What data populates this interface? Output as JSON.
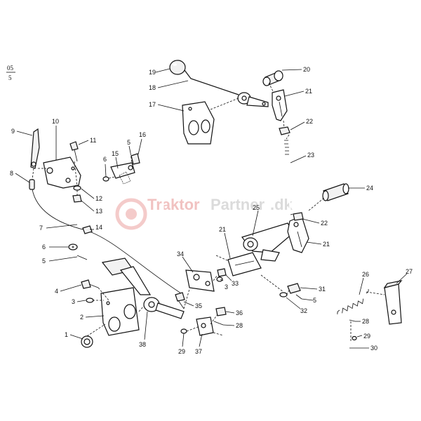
{
  "page_ref": {
    "top": "05",
    "bottom": "5"
  },
  "watermark": {
    "part1": "Traktor",
    "part2": "Partner",
    "suffix": ".dk"
  },
  "callouts": [
    {
      "id": "c20",
      "label": "20"
    },
    {
      "id": "c19",
      "label": "19"
    },
    {
      "id": "c18",
      "label": "18"
    },
    {
      "id": "c21a",
      "label": "21"
    },
    {
      "id": "c17",
      "label": "17"
    },
    {
      "id": "c22a",
      "label": "22"
    },
    {
      "id": "c9",
      "label": "9"
    },
    {
      "id": "c10",
      "label": "10"
    },
    {
      "id": "c11",
      "label": "11"
    },
    {
      "id": "c16",
      "label": "16"
    },
    {
      "id": "c5a",
      "label": "5"
    },
    {
      "id": "c23",
      "label": "23"
    },
    {
      "id": "c15",
      "label": "15"
    },
    {
      "id": "c6a",
      "label": "6"
    },
    {
      "id": "c8",
      "label": "8"
    },
    {
      "id": "c24",
      "label": "24"
    },
    {
      "id": "c12",
      "label": "12"
    },
    {
      "id": "c13",
      "label": "13"
    },
    {
      "id": "c25",
      "label": "25"
    },
    {
      "id": "c22b",
      "label": "22"
    },
    {
      "id": "c7",
      "label": "7"
    },
    {
      "id": "c14",
      "label": "14"
    },
    {
      "id": "c21b",
      "label": "21"
    },
    {
      "id": "c21c",
      "label": "21"
    },
    {
      "id": "c6b",
      "label": "6"
    },
    {
      "id": "c34",
      "label": "34"
    },
    {
      "id": "c5b",
      "label": "5"
    },
    {
      "id": "c26",
      "label": "26"
    },
    {
      "id": "c27",
      "label": "27"
    },
    {
      "id": "c3a",
      "label": "3"
    },
    {
      "id": "c33",
      "label": "33"
    },
    {
      "id": "c31",
      "label": "31"
    },
    {
      "id": "c4",
      "label": "4"
    },
    {
      "id": "c5c",
      "label": "5"
    },
    {
      "id": "c3b",
      "label": "3"
    },
    {
      "id": "c35",
      "label": "35"
    },
    {
      "id": "c32",
      "label": "32"
    },
    {
      "id": "c36",
      "label": "36"
    },
    {
      "id": "c2",
      "label": "2"
    },
    {
      "id": "c28a",
      "label": "28"
    },
    {
      "id": "c28b",
      "label": "28"
    },
    {
      "id": "c1",
      "label": "1"
    },
    {
      "id": "c29a",
      "label": "29"
    },
    {
      "id": "c29b",
      "label": "29"
    },
    {
      "id": "c38",
      "label": "38"
    },
    {
      "id": "c37",
      "label": "37"
    },
    {
      "id": "c30",
      "label": "30"
    }
  ]
}
